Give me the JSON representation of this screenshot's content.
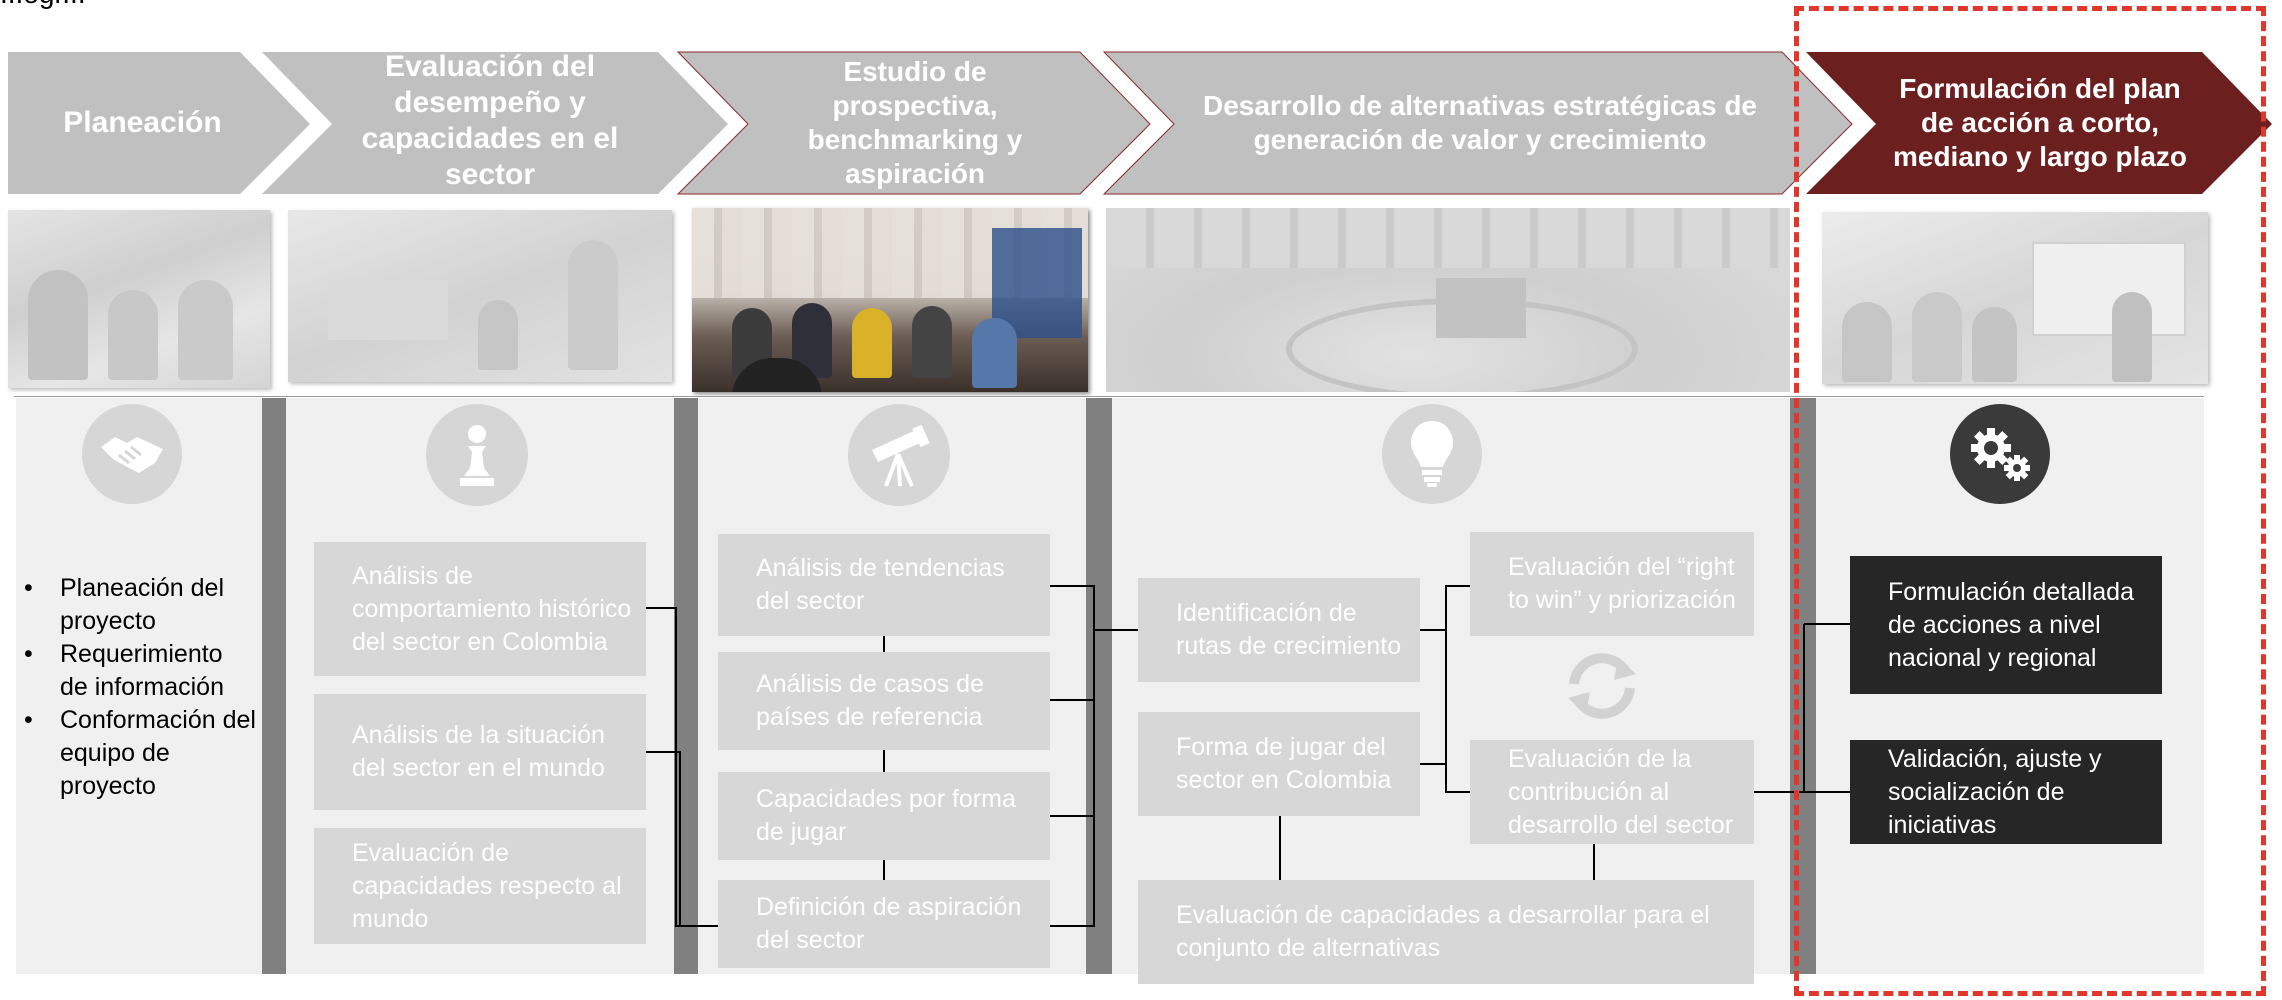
{
  "top_fragment": "...ogr...",
  "phases": [
    {
      "label": "Planeación"
    },
    {
      "label": "Evaluación del desempeño y capacidades en el sector"
    },
    {
      "label": "Estudio de prospectiva, benchmarking y aspiración"
    },
    {
      "label": "Desarrollo de alternativas estratégicas de generación de valor y crecimiento"
    },
    {
      "label": "Formulación del plan de acción a corto, mediano y largo plazo"
    }
  ],
  "colors": {
    "chevron_gray": "#c0c0c0",
    "chevron_highlight": "#6b1f1f",
    "highlight_border": "#e0362c",
    "panel_bg": "#f0f0f0",
    "box_gray": "#d7d7d7",
    "box_dark": "#262626",
    "separator": "#808080"
  },
  "icons": [
    "handshake-icon",
    "chess-pawn-icon",
    "telescope-icon",
    "lightbulb-icon",
    "gears-icon"
  ],
  "planeacion_items": [
    "Planeación del proyecto",
    "Requerimiento de información",
    "Conformación del equipo de proyecto"
  ],
  "evaluacion_boxes": [
    "Análisis de comportamiento histórico del sector en Colombia",
    "Análisis de la situación del sector en el mundo",
    "Evaluación de capacidades respecto al mundo"
  ],
  "estudio_boxes": [
    "Análisis de tendencias del sector",
    "Análisis de casos de países de referencia",
    "Capacidades por forma de jugar",
    "Definición de aspiración del sector"
  ],
  "desarrollo_boxes": {
    "identificacion": "Identificación de rutas de crecimiento",
    "forma_jugar": "Forma de jugar del sector en Colombia",
    "right_to_win": "Evaluación del “right to win” y priorización",
    "contribucion": "Evaluación de la contribución al desarrollo del sector",
    "capacidades": "Evaluación de capacidades a desarrollar para el conjunto de alternativas"
  },
  "formulacion_boxes": [
    "Formulación detallada de acciones a nivel nacional y regional",
    "Validación, ajuste y socialización de iniciativas"
  ]
}
